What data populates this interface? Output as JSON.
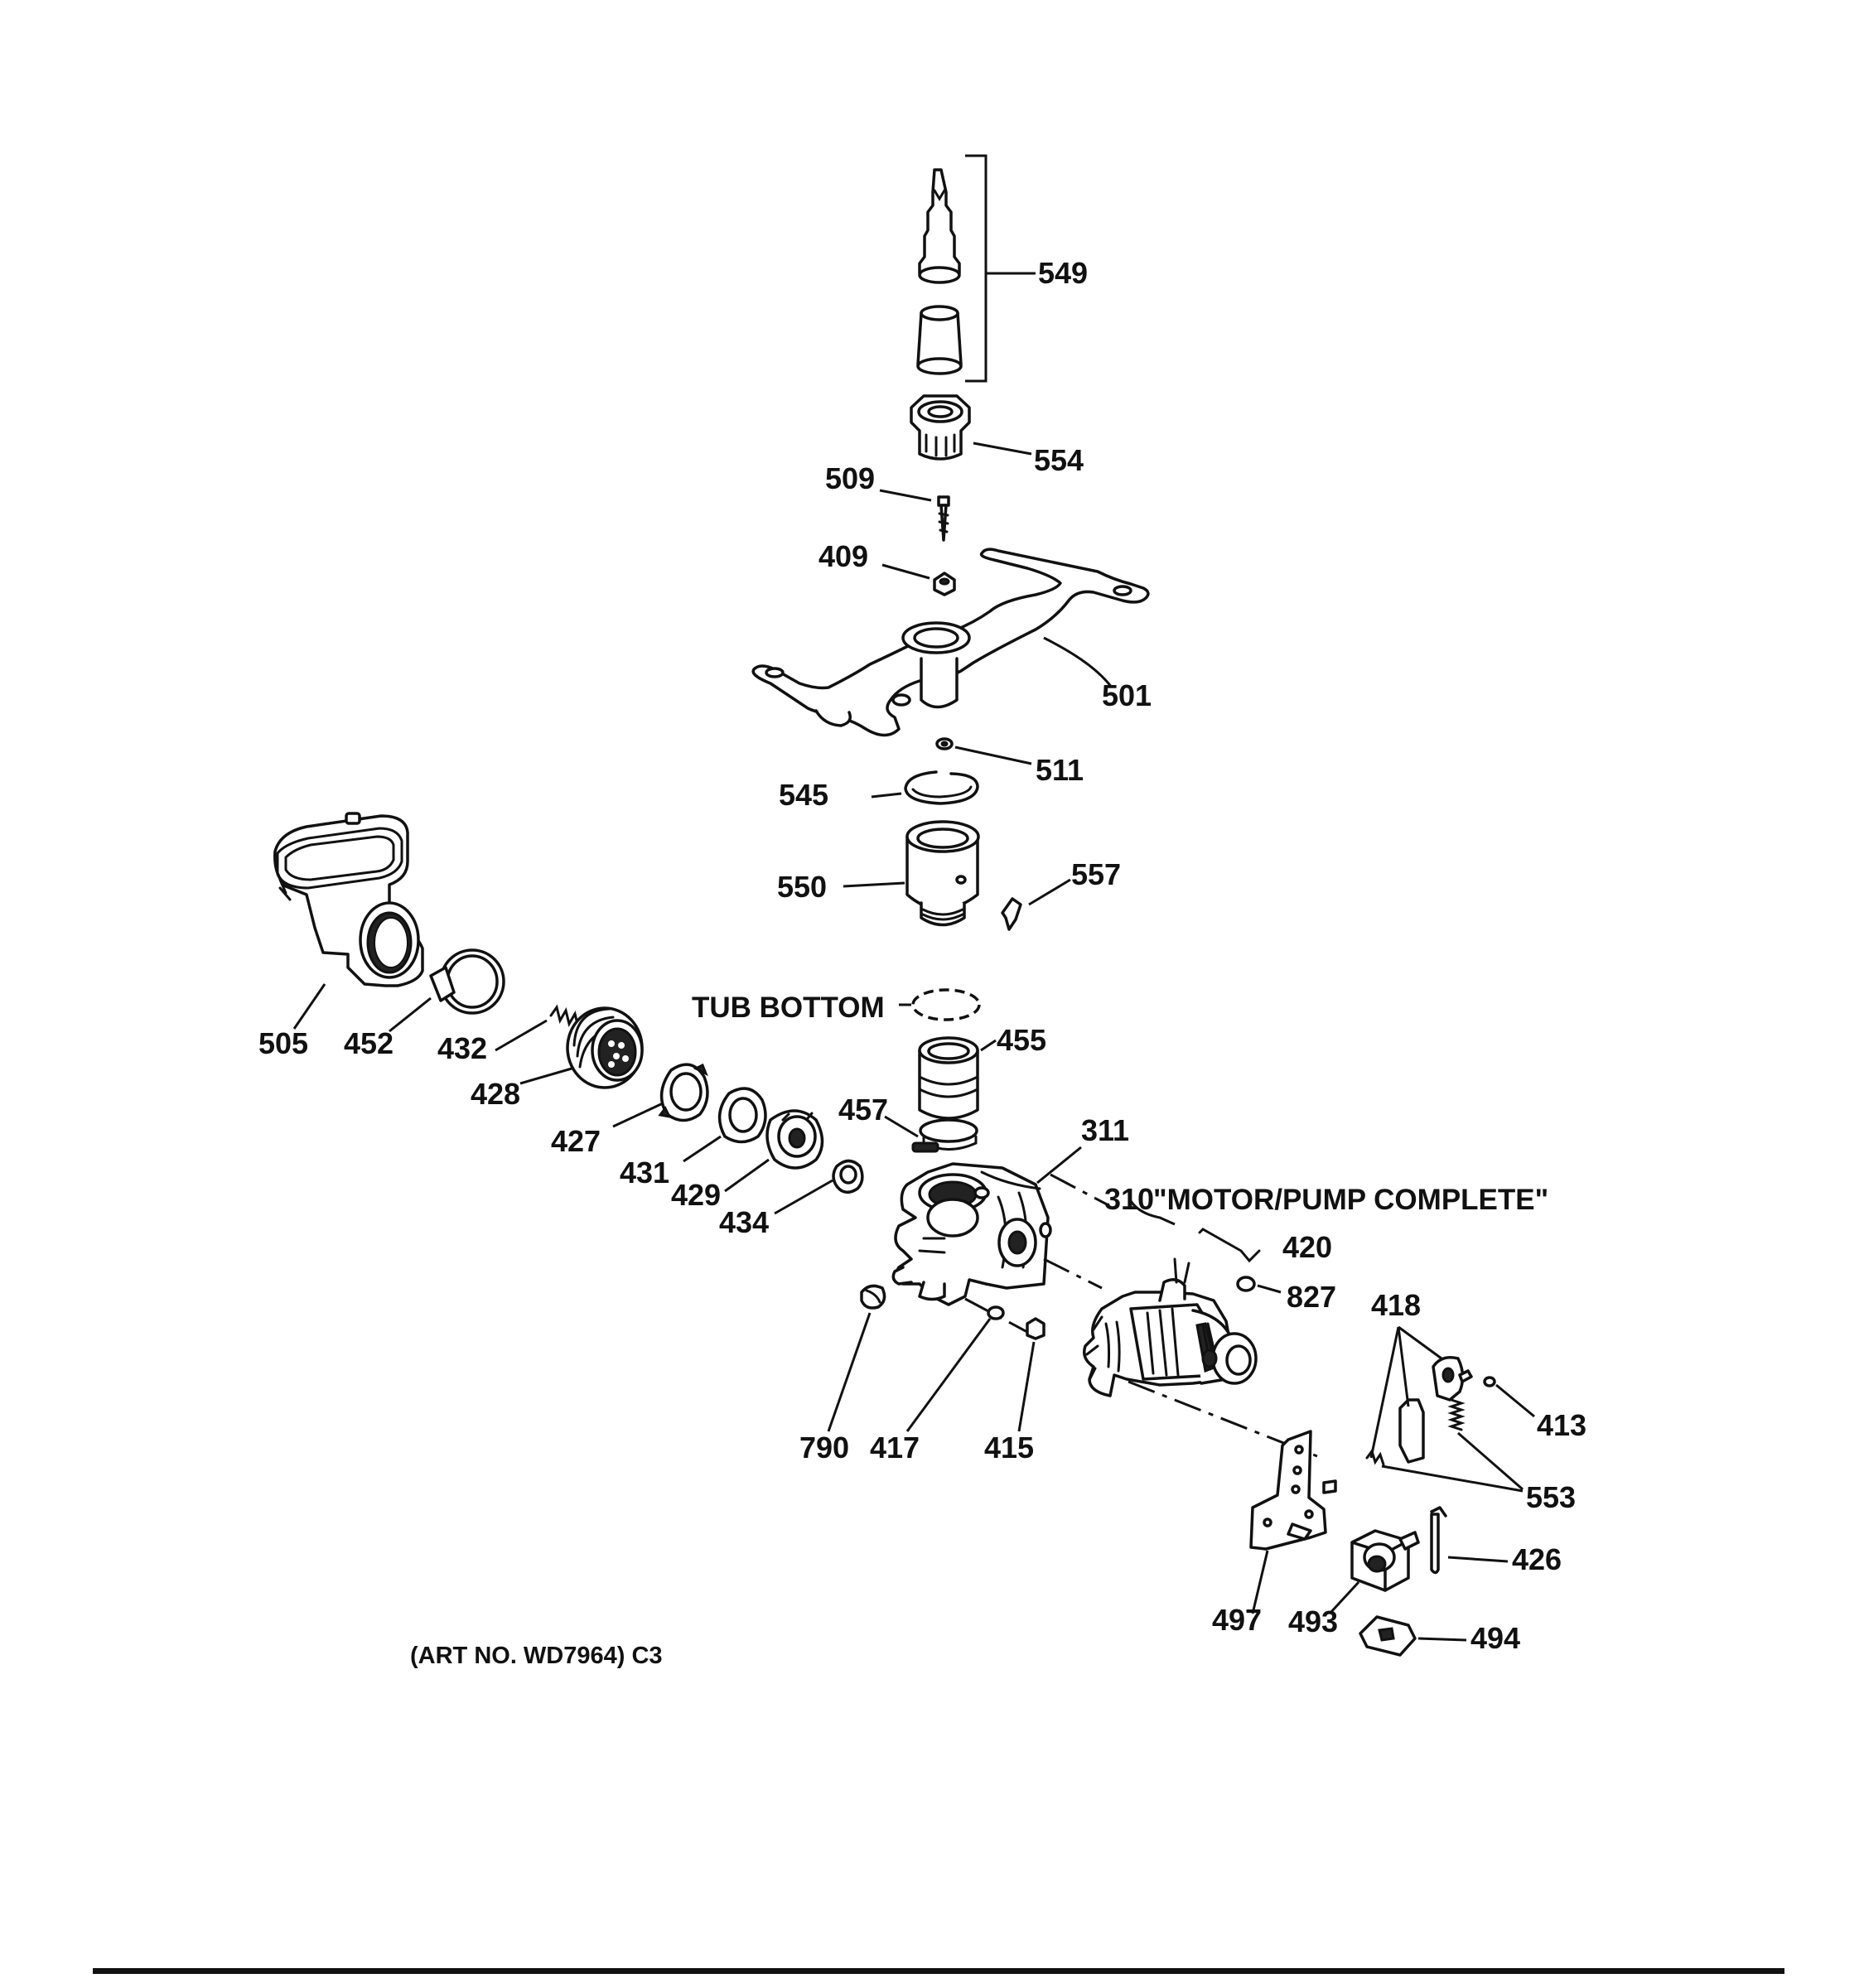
{
  "diagram": {
    "callouts": {
      "p549": "549",
      "p554": "554",
      "p509": "509",
      "p409": "409",
      "p501": "501",
      "p511": "511",
      "p545": "545",
      "p550": "550",
      "p557": "557",
      "p505": "505",
      "p452": "452",
      "p432": "432",
      "p428": "428",
      "p427": "427",
      "p431": "431",
      "p429": "429",
      "p434": "434",
      "p455": "455",
      "p457": "457",
      "p311": "311",
      "p310": "310",
      "p420": "420",
      "p827": "827",
      "p418": "418",
      "p413": "413",
      "p553": "553",
      "p426": "426",
      "p497": "497",
      "p493": "493",
      "p494": "494",
      "p790": "790",
      "p417": "417",
      "p415": "415"
    },
    "tub_bottom_label": "TUB BOTTOM",
    "motor_pump_label": "\"MOTOR/PUMP COMPLETE\"",
    "art_number": "(ART NO. WD7964) C3"
  }
}
